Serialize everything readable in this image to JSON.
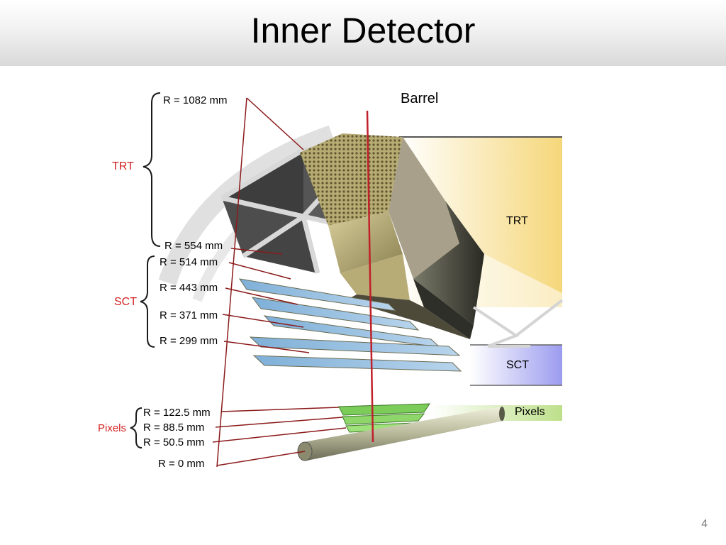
{
  "slide": {
    "title": "Inner Detector",
    "page_number": "4"
  },
  "diagram": {
    "barrel_label": "Barrel",
    "groups": {
      "trt": "TRT",
      "sct": "SCT",
      "pixels": "Pixels"
    },
    "radii": {
      "r1082": "R = 1082 mm",
      "r554": "R = 554 mm",
      "r514": "R = 514 mm",
      "r443": "R = 443 mm",
      "r371": "R = 371 mm",
      "r299": "R = 299 mm",
      "r1225": "R = 122.5 mm",
      "r885": "R = 88.5 mm",
      "r505": "R = 50.5 mm",
      "r0": "R = 0 mm"
    },
    "bands": {
      "trt": "TRT",
      "sct": "SCT",
      "pixels": "Pixels"
    },
    "colors": {
      "group_label": "#d42020",
      "leader_line": "#8b1a1a",
      "trt_band": "#f5d77a",
      "sct_band": "#9c9cf0",
      "pixel_band": "#bde08a"
    }
  }
}
